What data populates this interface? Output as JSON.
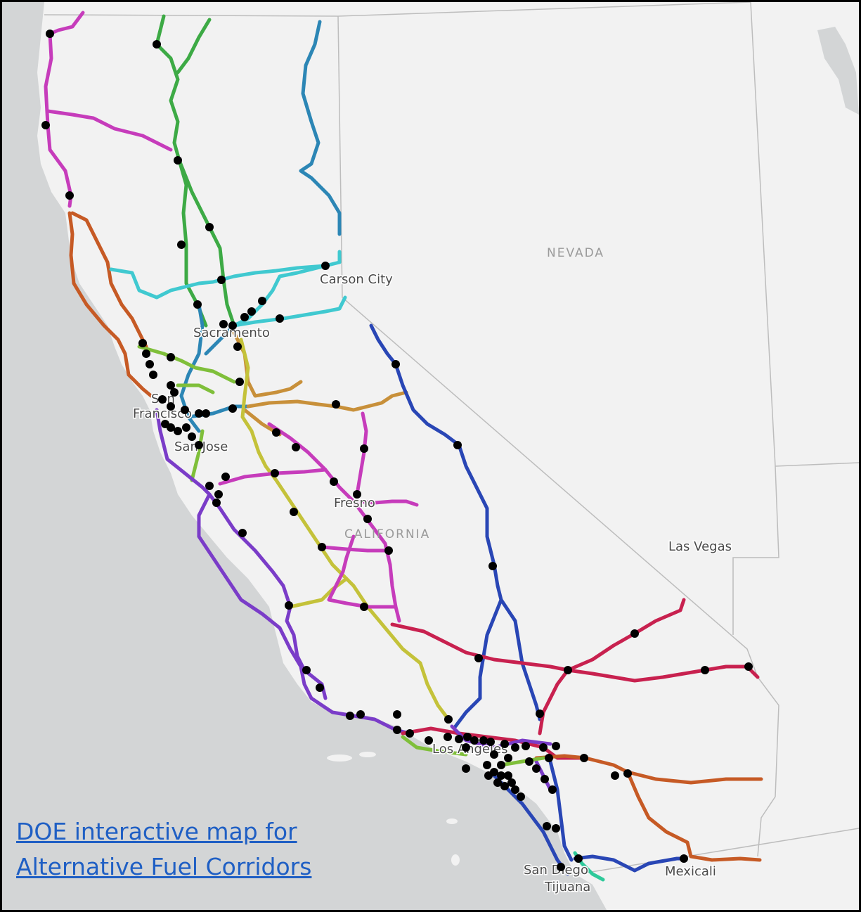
{
  "map": {
    "labels": {
      "region_nevada": "NEVADA",
      "region_california": "CALIFORNIA",
      "carson_city": "Carson City",
      "sacramento": "Sacramento",
      "san": "San",
      "francisco": "Francisco",
      "san_jose": "San Jose",
      "fresno": "Fresno",
      "las_vegas": "Las Vegas",
      "los_angeles": "Los Angeles",
      "san_diego": "San Diego",
      "tijuana": "Tijuana",
      "mexicali": "Mexicali"
    },
    "colors": {
      "ocean": "#d3d5d6",
      "land": "#f2f2f2",
      "border": "#bdbdbd",
      "station": "#000000"
    },
    "corridor_colors": [
      "#c63cbb",
      "#3daa45",
      "#2c86b5",
      "#c65a25",
      "#40c9d0",
      "#2946b5",
      "#c4c23a",
      "#c8903a",
      "#c8214f",
      "#7a3cc8",
      "#7fbf3a",
      "#2ec99a"
    ]
  },
  "link": {
    "line1": "DOE interactive map for",
    "line2": "Alternative Fuel Corridors"
  }
}
